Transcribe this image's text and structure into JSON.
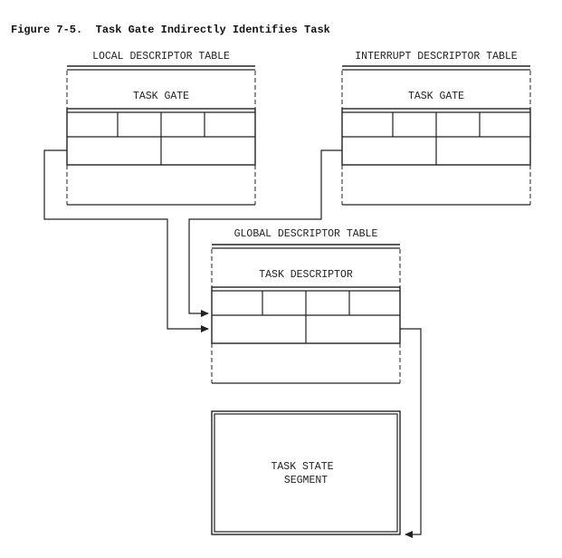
{
  "figure": {
    "title": "Figure 7-5.  Task Gate Indirectly Identifies Task"
  },
  "ldt": {
    "table_label": "LOCAL DESCRIPTOR TABLE",
    "entry_label": "TASK GATE"
  },
  "idt": {
    "table_label": "INTERRUPT DESCRIPTOR TABLE",
    "entry_label": "TASK GATE"
  },
  "gdt": {
    "table_label": "GLOBAL DESCRIPTOR TABLE",
    "entry_label": "TASK DESCRIPTOR"
  },
  "tss": {
    "line1": "TASK STATE",
    "line2": "SEGMENT"
  }
}
